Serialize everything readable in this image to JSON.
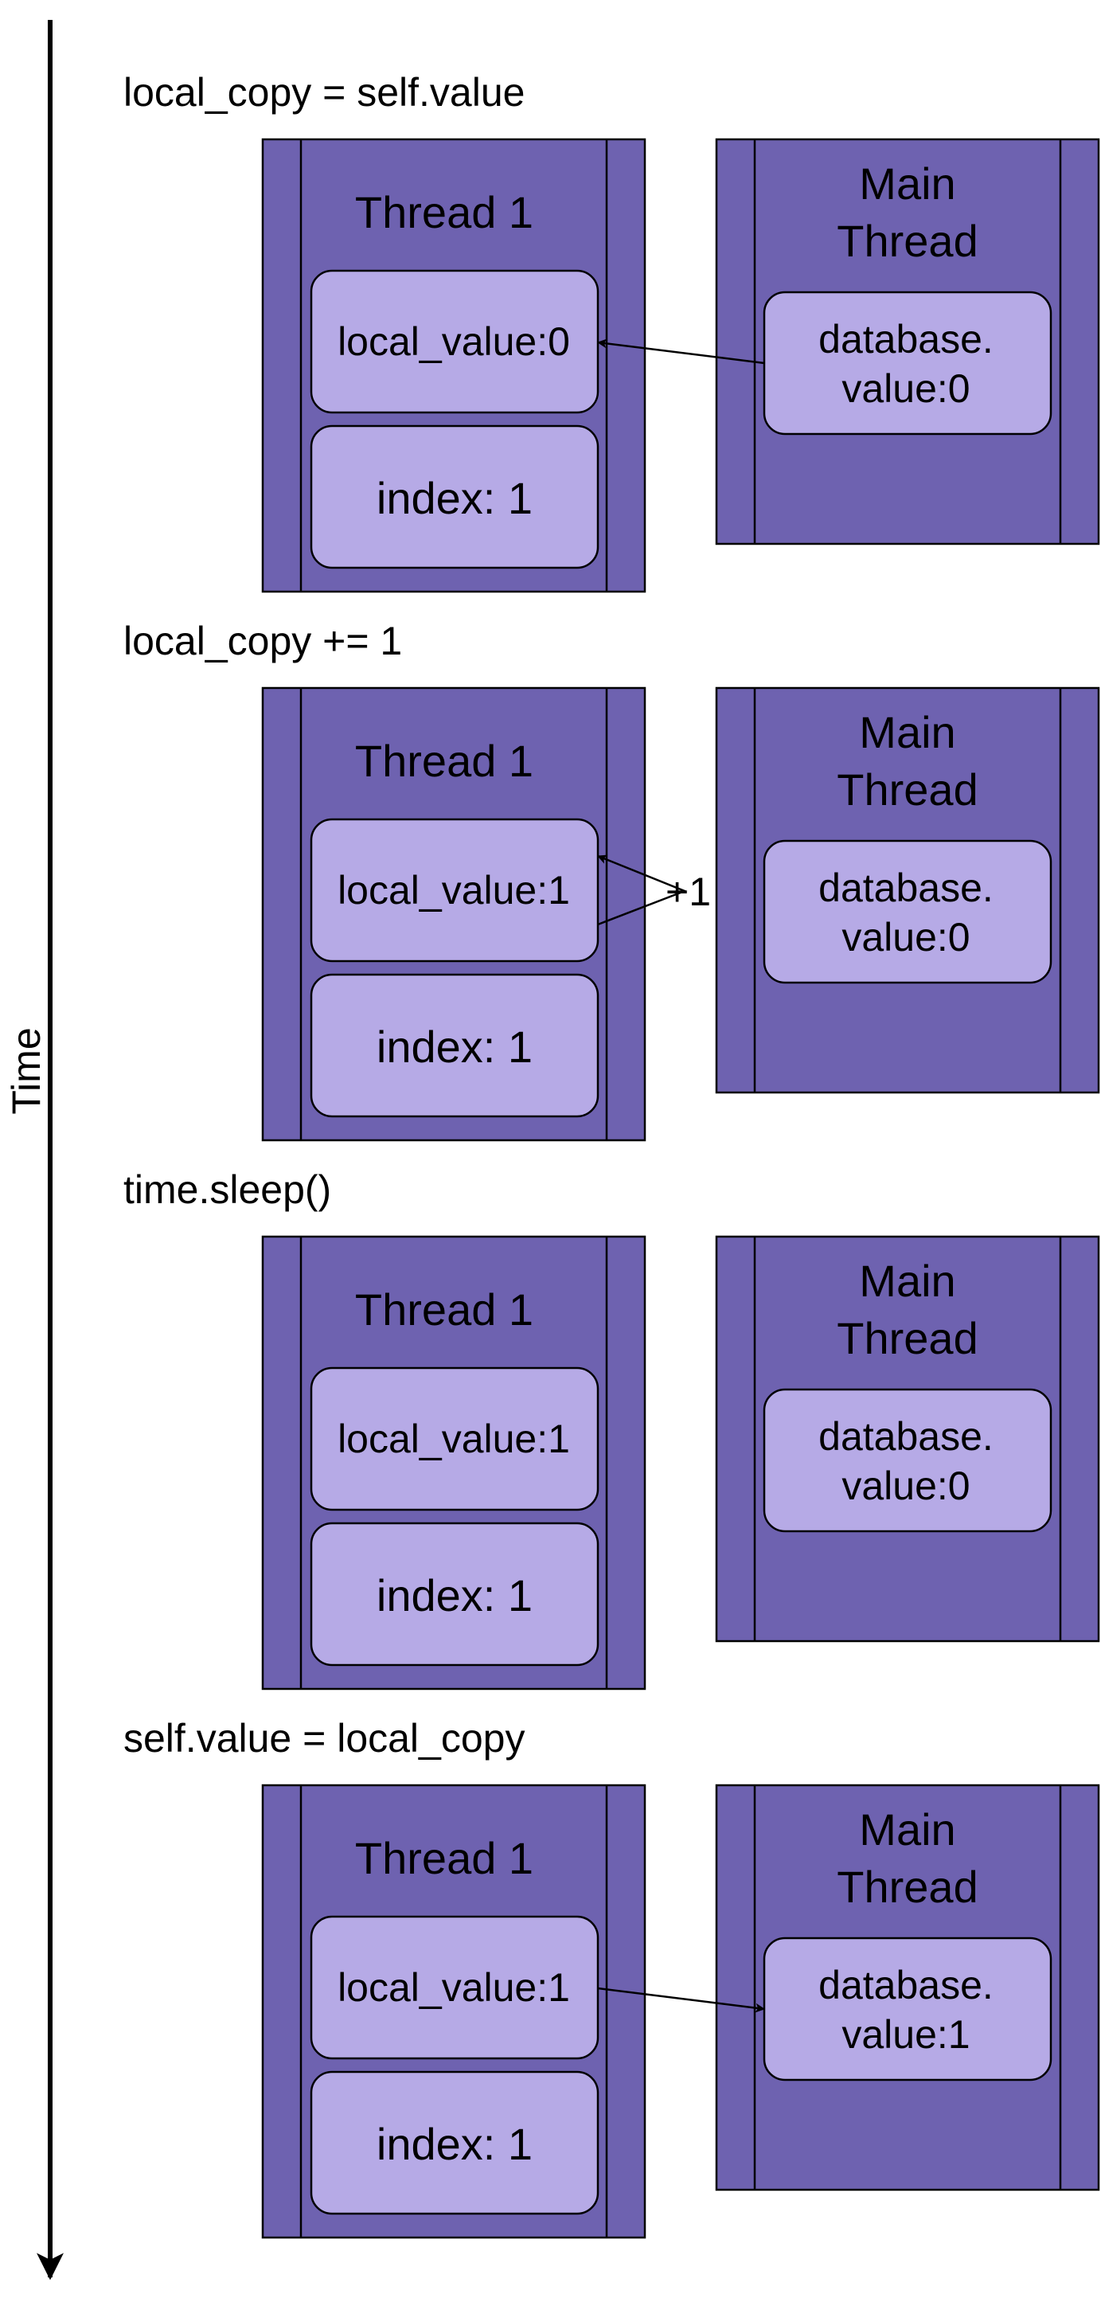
{
  "timeline": {
    "label": "Time"
  },
  "steps": [
    {
      "label": "local_copy = self.value",
      "thread": {
        "title": "Thread 1",
        "local_value": "local_value:0",
        "index": "index: 1"
      },
      "main": {
        "title_line1": "Main",
        "title_line2": "Thread",
        "db_line1": "database.",
        "db_line2": "value:0"
      },
      "arrow": "main-to-thread"
    },
    {
      "label": "local_copy += 1",
      "thread": {
        "title": "Thread 1",
        "local_value": "local_value:1",
        "index": "index: 1"
      },
      "main": {
        "title_line1": "Main",
        "title_line2": "Thread",
        "db_line1": "database.",
        "db_line2": "value:0"
      },
      "arrow": "increment",
      "increment_label": "+1"
    },
    {
      "label": "time.sleep()",
      "thread": {
        "title": "Thread 1",
        "local_value": "local_value:1",
        "index": "index: 1"
      },
      "main": {
        "title_line1": "Main",
        "title_line2": "Thread",
        "db_line1": "database.",
        "db_line2": "value:0"
      },
      "arrow": "none"
    },
    {
      "label": "self.value = local_copy",
      "thread": {
        "title": "Thread 1",
        "local_value": "local_value:1",
        "index": "index: 1"
      },
      "main": {
        "title_line1": "Main",
        "title_line2": "Thread",
        "db_line1": "database.",
        "db_line2": "value:1"
      },
      "arrow": "thread-to-main"
    }
  ],
  "colors": {
    "box_fill": "#6e62b0",
    "cell_fill": "#b6aae6",
    "stroke": "#000000"
  }
}
